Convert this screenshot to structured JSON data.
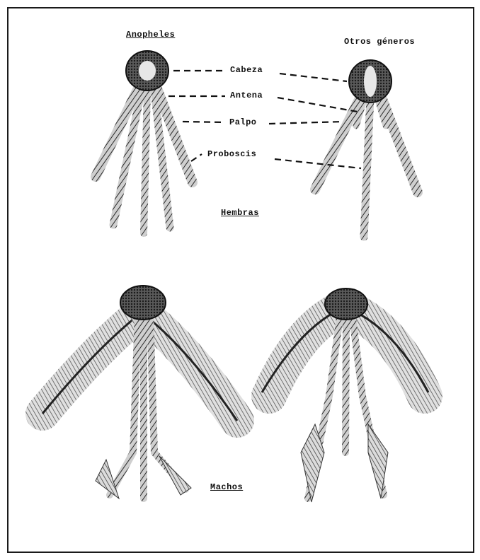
{
  "figure": {
    "left_column_title": "Anopheles",
    "right_column_title": "Otros géneros",
    "parts": {
      "head": "Cabeza",
      "antenna": "Antena",
      "palp": "Palpo",
      "proboscis": "Proboscis"
    },
    "females_label": "Hembras",
    "males_label": "Machos"
  }
}
